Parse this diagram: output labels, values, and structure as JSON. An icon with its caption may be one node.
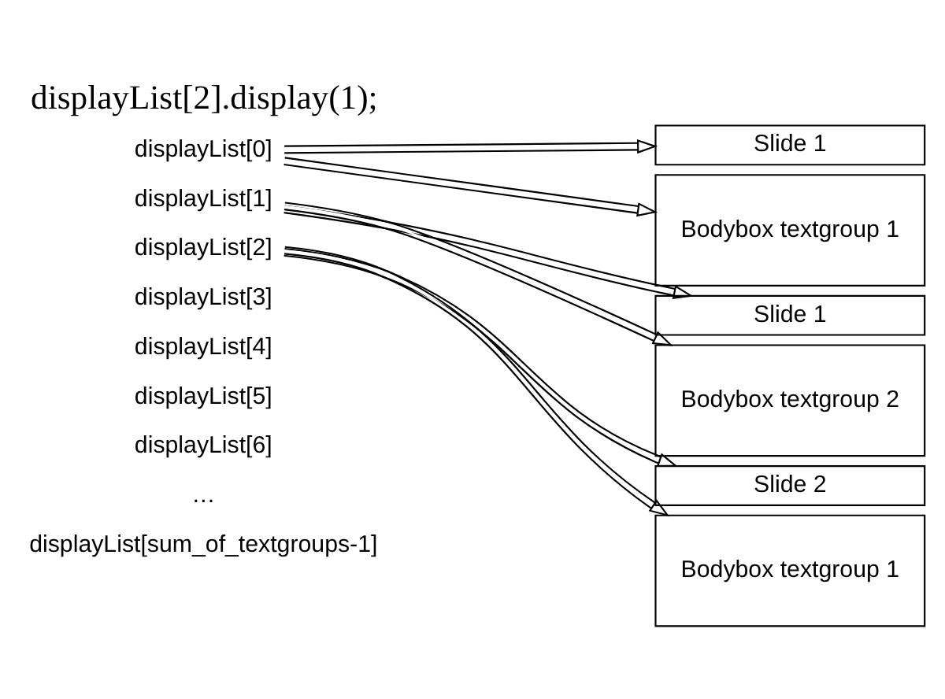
{
  "diagram": {
    "title": "displayList[2].display(1);",
    "nodes": [
      {
        "text": [
          "displayList[0]"
        ]
      },
      {
        "text": [
          "displayList[1]"
        ]
      },
      {
        "text": [
          "displayList[2]"
        ]
      },
      {
        "text": [
          "Slide 1"
        ]
      },
      {
        "text": [
          "Bodybox textgroup 1"
        ]
      },
      {
        "text": [
          "Slide 1"
        ]
      },
      {
        "text": [
          "Bodybox textgroup 2"
        ]
      },
      {
        "text": [
          "Slide 2"
        ]
      },
      {
        "text": [
          "Bodybox textgroup 1"
        ]
      }
    ],
    "edges": [
      {
        "from": 0,
        "to": 3,
        "arrow": "to"
      },
      {
        "from": 0,
        "to": 4,
        "arrow": "to"
      },
      {
        "from": 1,
        "to": 5,
        "arrow": "to"
      },
      {
        "from": 1,
        "to": 6,
        "arrow": "to"
      },
      {
        "from": 2,
        "to": 7,
        "arrow": "to"
      },
      {
        "from": 2,
        "to": 8,
        "arrow": "to"
      }
    ],
    "labels": [
      "displayList[3]",
      "displayList[4]",
      "displayList[5]",
      "displayList[6]",
      "…",
      "displayList[sum_of_textgroups-1]"
    ]
  }
}
